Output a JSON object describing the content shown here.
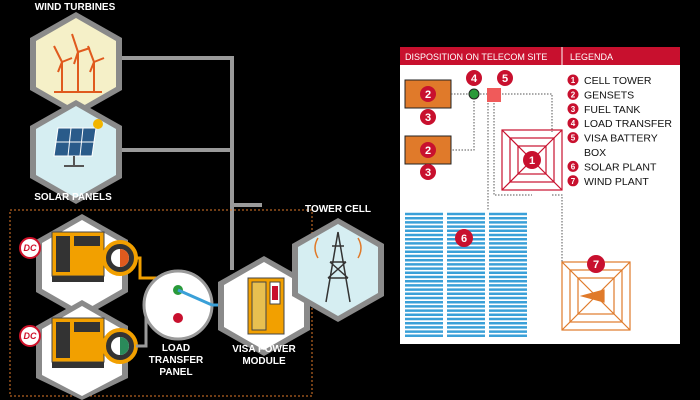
{
  "labels": {
    "wind_turbines": "WIND TURBINES",
    "solar_panels": "SOLAR PANELS",
    "tower_cell": "TOWER CELL",
    "load_transfer_1": "LOAD",
    "load_transfer_2": "TRANSFER",
    "load_transfer_3": "PANEL",
    "visa_power_1": "VISA POWER",
    "visa_power_2": "MODULE",
    "dc": "DC"
  },
  "site_panel": {
    "header_left": "DISPOSITION ON TELECOM SITE",
    "header_right": "LEGENDA",
    "legend": [
      {
        "num": "1",
        "text": "CELL TOWER"
      },
      {
        "num": "2",
        "text": "GENSETS"
      },
      {
        "num": "3",
        "text": "FUEL TANK"
      },
      {
        "num": "4",
        "text": "LOAD TRANSFER"
      },
      {
        "num": "5",
        "text": "VISA BATTERY"
      },
      {
        "num": "",
        "text": "BOX"
      },
      {
        "num": "6",
        "text": "SOLAR PLANT"
      },
      {
        "num": "7",
        "text": "WIND PLANT"
      }
    ],
    "markers": {
      "m1": "1",
      "m2a": "2",
      "m3a": "3",
      "m2b": "2",
      "m3b": "3",
      "m4": "4",
      "m5": "5",
      "m6": "6",
      "m7": "7"
    }
  },
  "colors": {
    "hex_fill": "#f5f0c8",
    "hex_border": "#8a8a8a",
    "tower_fill": "#d6eef2",
    "red": "#c8102e",
    "orange": "#e07a2a",
    "genset": "#f2a000",
    "panel_blue": "#3aa0d8"
  }
}
